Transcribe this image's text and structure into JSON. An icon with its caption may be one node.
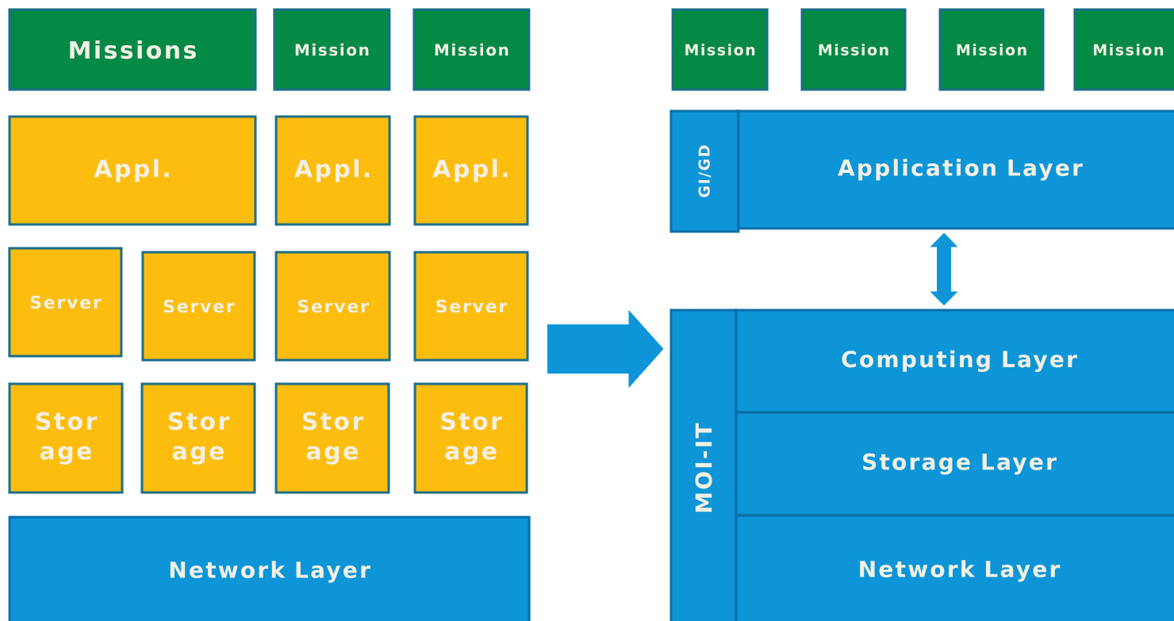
{
  "diagram": {
    "nodes": [
      {
        "text": [
          "Missions"
        ]
      },
      {
        "text": [
          "Mission"
        ]
      },
      {
        "text": [
          "Mission"
        ]
      },
      {
        "text": [
          "Appl."
        ]
      },
      {
        "text": [
          "Appl."
        ]
      },
      {
        "text": [
          "Appl."
        ]
      },
      {
        "text": [
          "Server"
        ]
      },
      {
        "text": [
          "Server"
        ]
      },
      {
        "text": [
          "Server"
        ]
      },
      {
        "text": [
          "Server"
        ]
      },
      {
        "text": [
          "Stor age"
        ]
      },
      {
        "text": [
          "Stor age"
        ]
      },
      {
        "text": [
          "Stor age"
        ]
      },
      {
        "text": [
          "Stor age"
        ]
      },
      {
        "text": [
          "Network Layer"
        ]
      },
      {
        "text": [
          "Mission"
        ]
      },
      {
        "text": [
          "Mission"
        ]
      },
      {
        "text": [
          "Mission"
        ]
      },
      {
        "text": [
          "Mission"
        ]
      },
      {
        "text": [
          "GI/GD"
        ]
      },
      {
        "text": [
          "Application Layer"
        ]
      },
      {
        "text": [
          "MOI-IT"
        ]
      },
      {
        "text": [
          "Computing Layer"
        ]
      },
      {
        "text": [
          "Storage Layer"
        ]
      },
      {
        "text": [
          "Network Layer"
        ]
      }
    ],
    "edges": [
      {
        "from": null,
        "to": 21,
        "arrow": "to",
        "style": "thick"
      },
      {
        "from": 20,
        "to": 22,
        "arrow": "both"
      }
    ]
  }
}
